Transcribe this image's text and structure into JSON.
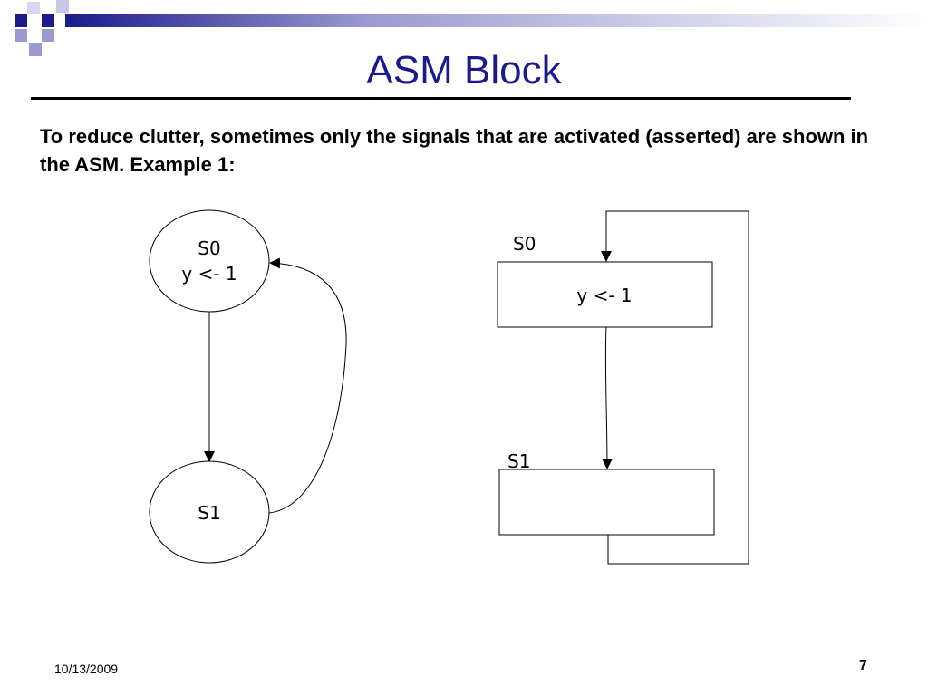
{
  "slide": {
    "title": "ASM Block",
    "intro": "To reduce clutter, sometimes only the signals that are activated (asserted) are shown in the ASM. Example 1:",
    "footer_date": "10/13/2009",
    "page_number": "7"
  },
  "colors": {
    "title": "#1a1a8c",
    "decor_dark": "#1a1a8c",
    "decor_light": "#9a9ad0"
  },
  "state_diagram": {
    "states": [
      {
        "name": "S0",
        "output": "y <- 1"
      },
      {
        "name": "S1",
        "output": ""
      }
    ],
    "transitions": [
      {
        "from": "S0",
        "to": "S1"
      },
      {
        "from": "S1",
        "to": "S0"
      }
    ]
  },
  "asm_chart": {
    "blocks": [
      {
        "state": "S0",
        "action": "y <- 1"
      },
      {
        "state": "S1",
        "action": ""
      }
    ]
  }
}
